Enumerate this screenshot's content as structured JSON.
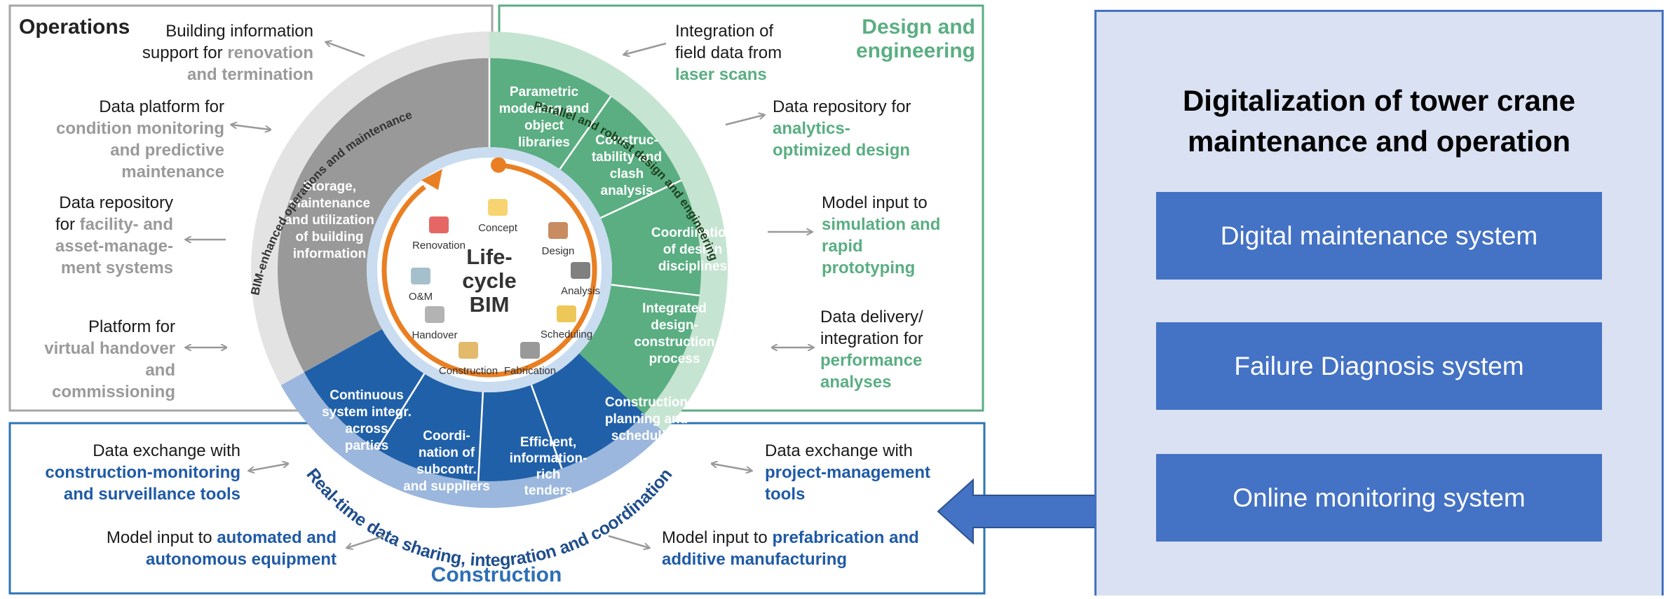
{
  "colors": {
    "operations_gray": "#999999",
    "design_green": "#5aae82",
    "construction_blue": "#2060a8",
    "system_box": "#4472c4",
    "panel_bg": "#d9e1f2"
  },
  "diagram": {
    "center": [
      "Life-",
      "cycle",
      "BIM"
    ],
    "phases": [
      "Concept",
      "Design",
      "Analysis",
      "Scheduling",
      "Fabrication",
      "Construction",
      "Handover",
      "O&M",
      "Renovation"
    ],
    "rings": {
      "operations": "BIM-enhanced operations and maintenance",
      "design": "Parallel and robust design and engineering",
      "construction": "Real-time data sharing, integration and coordination"
    },
    "segments": {
      "storage": [
        "Storage,",
        "maintenance",
        "and utilization",
        "of building",
        "information"
      ],
      "parametric": [
        "Parametric",
        "modelling and",
        "object",
        "libraries"
      ],
      "constructability": [
        "Construc-",
        "tability and",
        "clash",
        "analysis"
      ],
      "coordination": [
        "Coordination",
        "of design",
        "disciplines"
      ],
      "integrated": [
        "Integrated",
        "design-",
        "construction",
        "process"
      ],
      "planning": [
        "Construction",
        "planning and",
        "scheduling"
      ],
      "tenders": [
        "Efficient,",
        "information-",
        "rich",
        "tenders"
      ],
      "subcontr": [
        "Coordi-",
        "nation of",
        "subcontr.",
        "and suppliers"
      ],
      "continuous": [
        "Continuous",
        "system integr.",
        "across",
        "parties"
      ]
    },
    "sections": {
      "operations": "Operations",
      "design": [
        "Design and",
        "engineering"
      ],
      "construction": "Construction"
    },
    "ops_items": [
      {
        "lines": [
          {
            "t": "Building information",
            "c": "dark"
          },
          {
            "t": "support for ",
            "c": "dark",
            "t2": "renovation",
            "c2": "gray"
          },
          {
            "t": "and termination",
            "c": "gray"
          }
        ]
      },
      {
        "lines": [
          {
            "t": "Data platform for",
            "c": "dark"
          },
          {
            "t": "condition monitoring",
            "c": "gray"
          },
          {
            "t": "and predictive",
            "c": "gray"
          },
          {
            "t": "maintenance",
            "c": "gray"
          }
        ]
      },
      {
        "lines": [
          {
            "t": "Data repository",
            "c": "dark"
          },
          {
            "t": "for ",
            "c": "dark",
            "t2": "facility- and",
            "c2": "gray"
          },
          {
            "t": "asset-manage-",
            "c": "gray"
          },
          {
            "t": "ment systems",
            "c": "gray"
          }
        ]
      },
      {
        "lines": [
          {
            "t": "Platform for",
            "c": "dark"
          },
          {
            "t": "virtual handover",
            "c": "gray"
          },
          {
            "t": "and",
            "c": "gray"
          },
          {
            "t": "commissioning",
            "c": "gray"
          }
        ]
      }
    ],
    "design_items": [
      {
        "lines": [
          {
            "t": "Integration of",
            "c": "dark"
          },
          {
            "t": "field data from",
            "c": "dark"
          },
          {
            "t": "laser scans",
            "c": "green"
          }
        ]
      },
      {
        "lines": [
          {
            "t": "Data repository for",
            "c": "dark"
          },
          {
            "t": "analytics-",
            "c": "green"
          },
          {
            "t": "optimized design",
            "c": "green"
          }
        ]
      },
      {
        "lines": [
          {
            "t": "Model input to",
            "c": "dark"
          },
          {
            "t": "simulation and",
            "c": "green"
          },
          {
            "t": "rapid",
            "c": "green"
          },
          {
            "t": "prototyping",
            "c": "green"
          }
        ]
      },
      {
        "lines": [
          {
            "t": "Data delivery/",
            "c": "dark"
          },
          {
            "t": "integration for",
            "c": "dark"
          },
          {
            "t": "performance",
            "c": "green"
          },
          {
            "t": "analyses",
            "c": "green"
          }
        ]
      }
    ],
    "construction_items": [
      {
        "lines": [
          {
            "t": "Data exchange with",
            "c": "dark"
          },
          {
            "t": "construction-monitoring",
            "c": "blue"
          },
          {
            "t": "and surveillance tools",
            "c": "blue"
          }
        ]
      },
      {
        "lines": [
          {
            "t": "Model input to ",
            "c": "dark",
            "t2": "automated and",
            "c2": "blue"
          },
          {
            "t": "autonomous equipment",
            "c": "blue"
          }
        ]
      },
      {
        "lines": [
          {
            "t": "Data exchange with",
            "c": "dark"
          },
          {
            "t": "project-management",
            "c": "blue"
          },
          {
            "t": "tools",
            "c": "blue"
          }
        ]
      },
      {
        "lines": [
          {
            "t": "Model input to ",
            "c": "dark",
            "t2": "prefabrication and",
            "c2": "blue"
          },
          {
            "t": "additive manufacturing",
            "c": "blue"
          }
        ]
      }
    ]
  },
  "panel": {
    "title": [
      "Digitalization of tower crane",
      "maintenance and operation"
    ],
    "systems": [
      "Digital maintenance system",
      "Failure Diagnosis system",
      "Online monitoring system"
    ]
  }
}
